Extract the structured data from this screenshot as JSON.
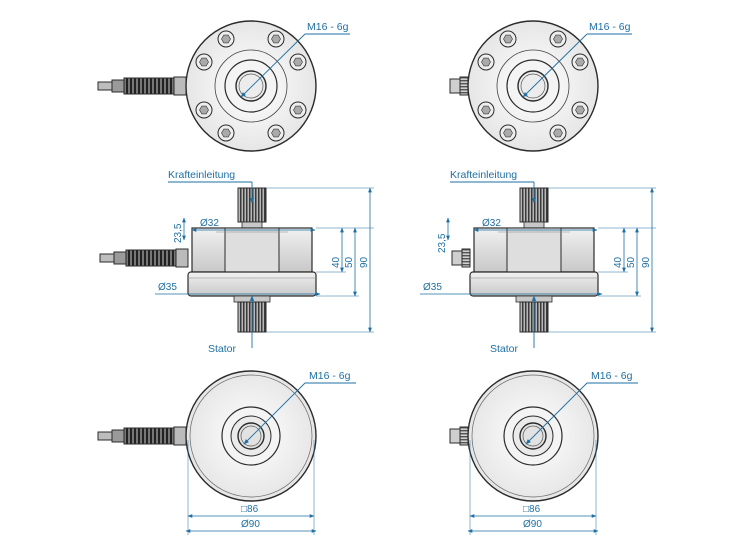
{
  "drawings": [
    {
      "name": "with-cable-connector",
      "top_thread": "M16 - 6g",
      "force_input": "Krafteinleitung",
      "stator": "Stator",
      "d32": "Ø32",
      "d35": "Ø35",
      "h23_5": "23,5",
      "h40": "40",
      "h50": "50",
      "h90": "90",
      "bottom_thread": "M16 - 6g",
      "sq86": "□86",
      "d90": "Ø90"
    },
    {
      "name": "with-plug-connector",
      "top_thread": "M16 - 6g",
      "force_input": "Krafteinleitung",
      "stator": "Stator",
      "d32": "Ø32",
      "d35": "Ø35",
      "h23_5": "23,5",
      "h40": "40",
      "h50": "50",
      "h90": "90",
      "bottom_thread": "M16 - 6g",
      "sq86": "□86",
      "d90": "Ø90"
    }
  ],
  "colors": {
    "line": "#2b2b2b",
    "dimension": "#1e6fa3",
    "body": "#e3e3e3"
  }
}
